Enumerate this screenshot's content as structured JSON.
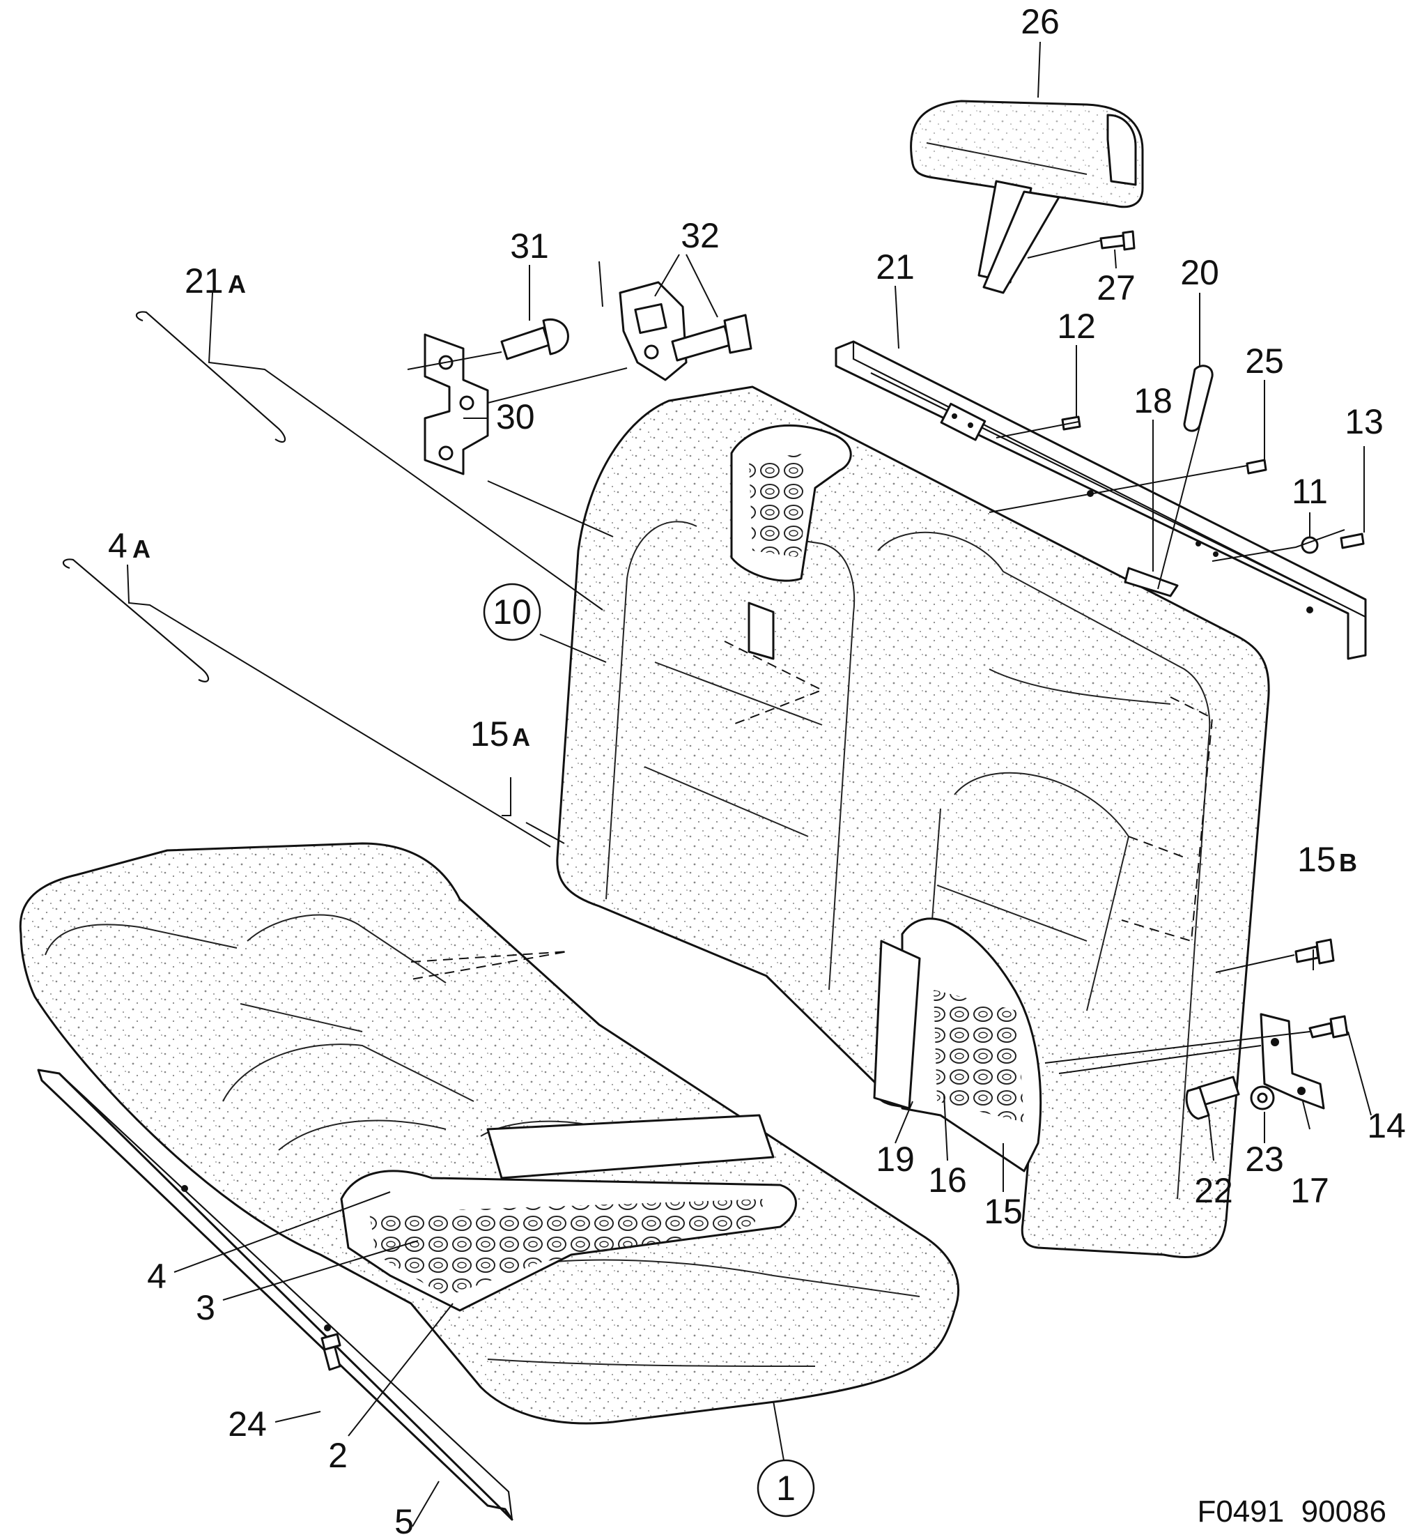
{
  "figure_code": "F0491  90086",
  "callouts": {
    "c1": "1",
    "c2": "2",
    "c3": "3",
    "c4": "4",
    "c4a": "4",
    "c4a_suffix": "A",
    "c5": "5",
    "c10": "10",
    "c11": "11",
    "c12": "12",
    "c13": "13",
    "c14": "14",
    "c15": "15",
    "c15a": "15",
    "c15a_suffix": "A",
    "c15b": "15",
    "c15b_suffix": "B",
    "c16": "16",
    "c17": "17",
    "c18": "18",
    "c19": "19",
    "c20": "20",
    "c21": "21",
    "c21a": "21",
    "c21a_suffix": "A",
    "c22": "22",
    "c23": "23",
    "c24": "24",
    "c25": "25",
    "c26": "26",
    "c27": "27",
    "c30": "30",
    "c31": "31",
    "c32": "32"
  }
}
